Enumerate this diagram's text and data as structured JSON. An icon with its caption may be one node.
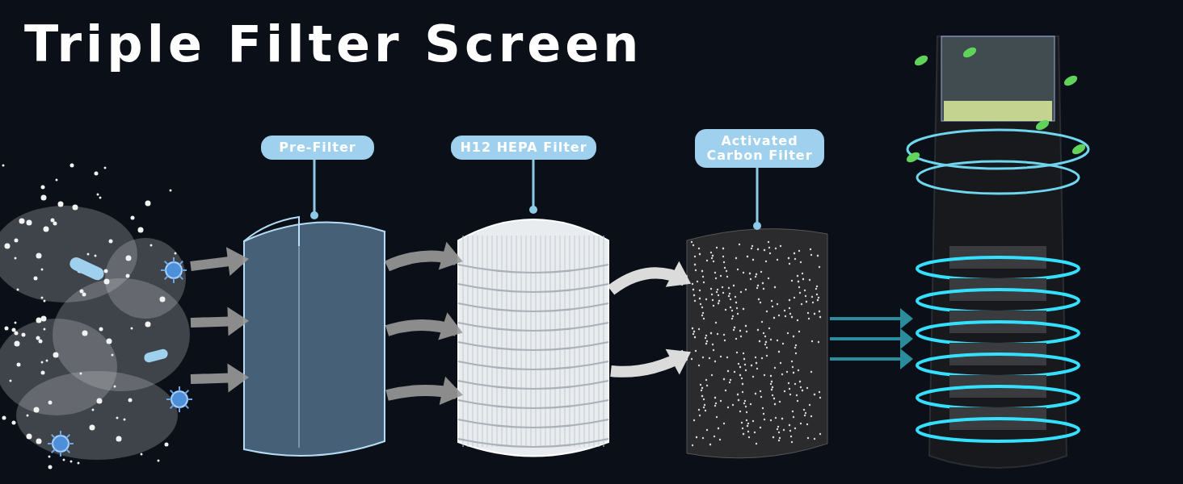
{
  "diagram": {
    "title": "Triple Filter Screen",
    "nodes": [
      {
        "text": [
          "Pre-Filter"
        ]
      },
      {
        "text": [
          "H12 HEPA Filter"
        ]
      },
      {
        "text": [
          "Activated Carbon Filter"
        ]
      },
      {
        "text": [],
        "shape": "picture"
      },
      {
        "text": [],
        "shape": "picture"
      },
      {
        "text": [],
        "shape": "picture"
      },
      {
        "text": [],
        "shape": "picture"
      },
      {
        "text": [],
        "shape": "picture"
      }
    ],
    "edges": [
      {
        "from": 0,
        "to": 4,
        "arrow": "other",
        "color": "#8ecae6"
      },
      {
        "from": 1,
        "to": 5,
        "arrow": "other",
        "color": "#8ecae6"
      },
      {
        "from": 2,
        "to": 6,
        "arrow": "other",
        "color": "#8ecae6"
      },
      {
        "from": 3,
        "to": 4,
        "arrow": "to"
      },
      {
        "from": 3,
        "to": 4,
        "arrow": "to"
      },
      {
        "from": 3,
        "to": 4,
        "arrow": "to"
      },
      {
        "from": 4,
        "to": 5,
        "arrow": "to"
      },
      {
        "from": 4,
        "to": 5,
        "arrow": "to"
      },
      {
        "from": 4,
        "to": 5,
        "arrow": "to"
      },
      {
        "from": 5,
        "to": 6,
        "arrow": "to",
        "color": "#f2f2f2"
      },
      {
        "from": 5,
        "to": 6,
        "arrow": "to",
        "color": "#f2f2f2"
      },
      {
        "from": 6,
        "to": 7,
        "arrow": "to",
        "color": "#2b8c9c"
      },
      {
        "from": 6,
        "to": 7,
        "arrow": "to",
        "color": "#2b8c9c"
      },
      {
        "from": 6,
        "to": 7,
        "arrow": "to",
        "color": "#2b8c9c"
      }
    ]
  }
}
